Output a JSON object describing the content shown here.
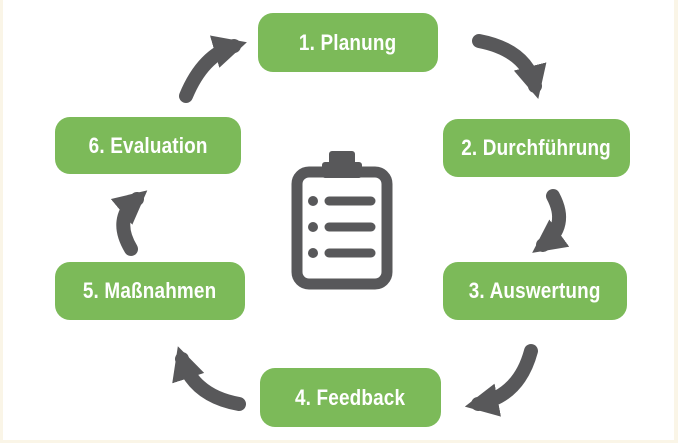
{
  "diagram": {
    "type": "cycle",
    "flow_direction": "clockwise",
    "center_icon": "clipboard-checklist-icon",
    "steps": [
      {
        "label": "1. Planung",
        "position": "top"
      },
      {
        "label": "2. Durchführung",
        "position": "upper-right"
      },
      {
        "label": "3. Auswertung",
        "position": "lower-right"
      },
      {
        "label": "4. Feedback",
        "position": "bottom"
      },
      {
        "label": "5. Maßnahmen",
        "position": "lower-left"
      },
      {
        "label": "6. Evaluation",
        "position": "upper-left"
      }
    ],
    "colors": {
      "step_fill": "#7cba59",
      "step_text": "#ffffff",
      "arrow": "#58585a",
      "icon": "#58585a",
      "background": "#ffffff",
      "edge_strip": "#faf5e7"
    }
  }
}
